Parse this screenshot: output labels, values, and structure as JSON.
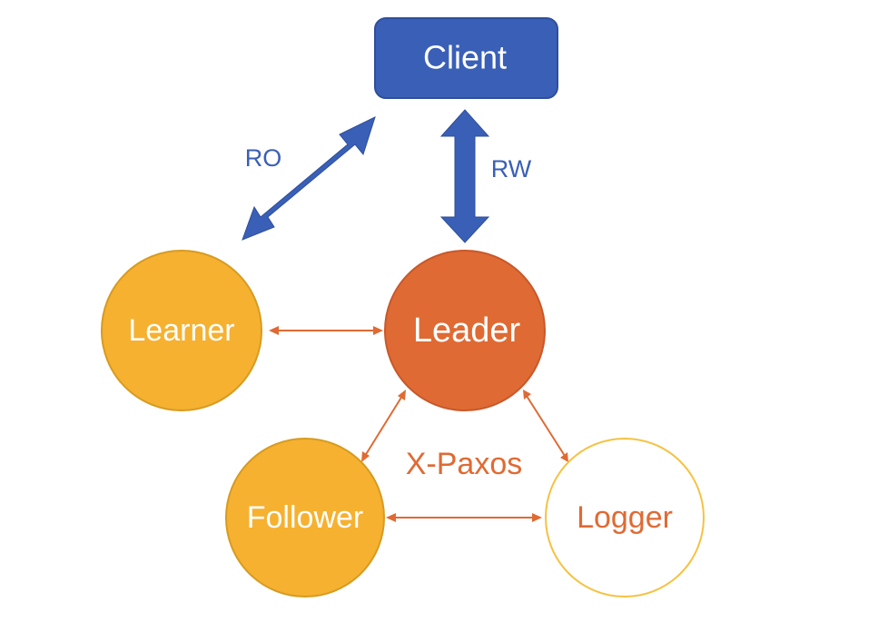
{
  "diagram": {
    "nodes": {
      "client": {
        "label": "Client"
      },
      "learner": {
        "label": "Learner"
      },
      "leader": {
        "label": "Leader"
      },
      "follower": {
        "label": "Follower"
      },
      "logger": {
        "label": "Logger"
      }
    },
    "edges": {
      "ro": {
        "label": "RO"
      },
      "rw": {
        "label": "RW"
      },
      "xpaxos": {
        "label": "X-Paxos"
      }
    },
    "colors": {
      "client_fill": "#3a5fb7",
      "client_stroke": "#2f4f9a",
      "blue_arrow": "#3a5fb7",
      "leader_fill": "#e06a33",
      "leader_stroke": "#c8582a",
      "learner_fill": "#f6b130",
      "learner_stroke": "#d79b20",
      "follower_fill": "#f6b130",
      "follower_stroke": "#d79b20",
      "logger_fill": "#ffffff",
      "logger_stroke": "#f5c242",
      "orange_text": "#e06a33",
      "orange_line": "#e06a33"
    }
  }
}
